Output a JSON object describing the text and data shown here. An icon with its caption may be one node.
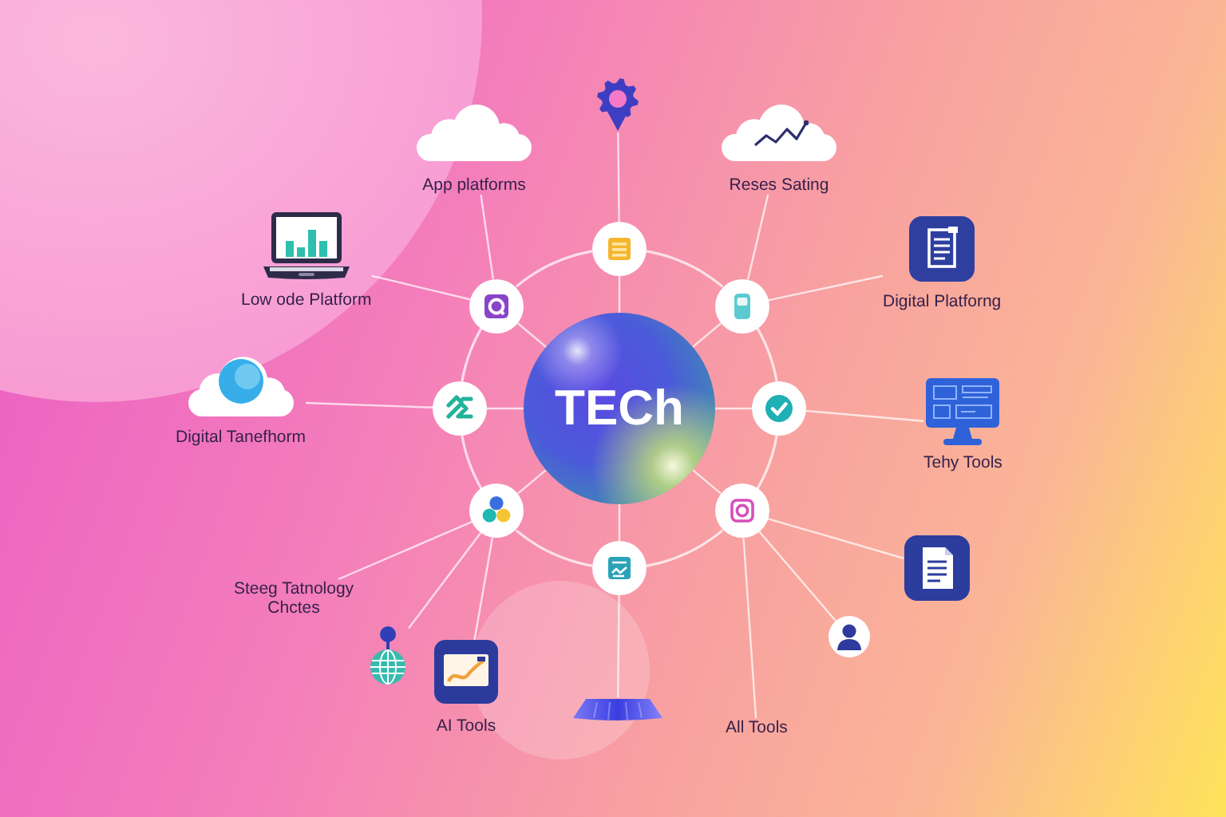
{
  "diagram": {
    "nodes": [
      {
        "text": [],
        "shape": "picture"
      },
      {
        "text": [
          "App platforms"
        ]
      },
      {
        "text": [
          "Reses Sating"
        ]
      },
      {
        "text": [
          "Low ode Platform"
        ]
      },
      {
        "text": [
          "Digital Platforng"
        ]
      },
      {
        "text": [],
        "shape": "circle"
      },
      {
        "text": [],
        "shape": "circle"
      },
      {
        "text": [],
        "shape": "circle"
      },
      {
        "text": [
          "Digital Tanefhorm"
        ]
      },
      {
        "text": [],
        "shape": "circle"
      },
      {
        "text": [
          "TECh"
        ]
      },
      {
        "text": [],
        "shape": "circle"
      },
      {
        "text": [
          "Tehy Tools"
        ]
      },
      {
        "text": [],
        "shape": "circle"
      },
      {
        "text": [],
        "shape": "circle"
      },
      {
        "text": [
          "Steeg Tatnology Chctes"
        ]
      },
      {
        "text": [],
        "shape": "picture"
      },
      {
        "text": [],
        "shape": "circle"
      },
      {
        "text": [],
        "shape": "person"
      },
      {
        "text": [],
        "shape": "picture"
      },
      {
        "text": [
          "AI Tools"
        ]
      },
      {
        "text": [],
        "shape": "bar"
      },
      {
        "text": [
          "All Tools"
        ]
      }
    ],
    "edges": [
      {
        "from": 10,
        "to": 5,
        "arrow": "none"
      },
      {
        "from": 10,
        "to": 7,
        "arrow": "none"
      },
      {
        "from": 10,
        "to": 11,
        "arrow": "none"
      },
      {
        "from": 10,
        "to": 14,
        "arrow": "none"
      },
      {
        "from": 10,
        "to": 17,
        "arrow": "none"
      },
      {
        "from": 10,
        "to": 13,
        "arrow": "none"
      },
      {
        "from": 10,
        "to": 9,
        "arrow": "none"
      },
      {
        "from": 10,
        "to": 6,
        "arrow": "none"
      },
      {
        "from": 5,
        "to": 7,
        "arrow": "none"
      },
      {
        "from": 7,
        "to": 11,
        "arrow": "none"
      },
      {
        "from": 11,
        "to": 14,
        "arrow": "none"
      },
      {
        "from": 14,
        "to": 17,
        "arrow": "none"
      },
      {
        "from": 17,
        "to": 13,
        "arrow": "none"
      },
      {
        "from": 13,
        "to": 9,
        "arrow": "none"
      },
      {
        "from": 9,
        "to": 6,
        "arrow": "none"
      },
      {
        "from": 6,
        "to": 5,
        "arrow": "none"
      },
      {
        "from": 0,
        "to": 5,
        "arrow": "none"
      },
      {
        "from": 1,
        "to": 6,
        "arrow": "none"
      },
      {
        "from": 2,
        "to": 7,
        "arrow": "none"
      },
      {
        "from": 3,
        "to": 6,
        "arrow": "none"
      },
      {
        "from": 4,
        "to": 7,
        "arrow": "none"
      },
      {
        "from": 8,
        "to": 9,
        "arrow": "none"
      },
      {
        "from": 12,
        "to": 11,
        "arrow": "none"
      },
      {
        "from": 15,
        "to": 13,
        "arrow": "none"
      },
      {
        "from": 16,
        "to": 14,
        "arrow": "none"
      },
      {
        "from": 18,
        "to": 14,
        "arrow": "none"
      },
      {
        "from": 19,
        "to": 13,
        "arrow": "none"
      },
      {
        "from": 20,
        "to": 13,
        "arrow": "none"
      },
      {
        "from": 21,
        "to": 17,
        "arrow": "none"
      },
      {
        "from": 22,
        "to": 14,
        "arrow": "none"
      }
    ]
  }
}
